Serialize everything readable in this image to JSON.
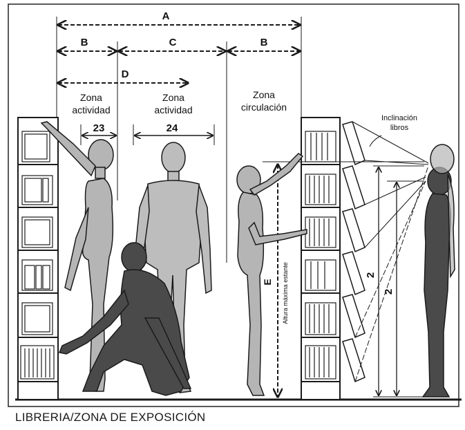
{
  "dimensions": {
    "a": "A",
    "b_left": "B",
    "c": "C",
    "b_right": "B",
    "d": "D",
    "w23": "23",
    "w24": "24",
    "e": "E",
    "height_1": "2",
    "height_2": "2"
  },
  "zones": {
    "activity_left": [
      "Zona",
      "actividad"
    ],
    "activity_right": [
      "Zona",
      "actividad"
    ],
    "circulation": [
      "Zona",
      "circulación"
    ]
  },
  "inclination": [
    "Inclinación",
    "libros"
  ],
  "max_height_label": "Altura máxima estante",
  "caption": "LIBRERIA/ZONA DE EXPOSICIÓN",
  "colors": {
    "line": "#1a1a1a",
    "figure_light": "#b5b5b5",
    "figure_dark": "#4a4a4a",
    "background": "#ffffff"
  }
}
